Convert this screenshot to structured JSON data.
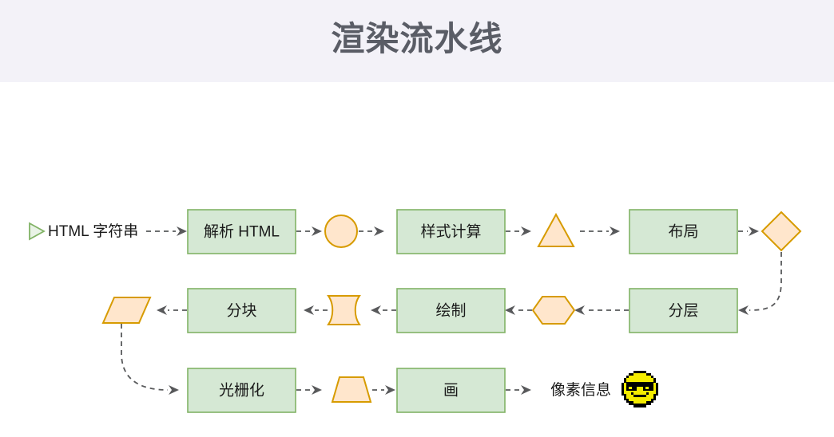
{
  "header": {
    "title": "渲染流水线"
  },
  "theme": {
    "header_bg": "#f3f2f8",
    "title_color": "#5a5d66",
    "canvas_bg": "#ffffff",
    "node_fill": "#d5e8d4",
    "node_stroke": "#82b366",
    "accent_fill": "#ffe6cc",
    "accent_stroke": "#d79b00",
    "edge_color": "#58595b",
    "emoji_yellow": "#f5ec00"
  },
  "diagram": {
    "type": "flowchart",
    "direction": "serpentine-left-to-right-then-right-to-left",
    "start_icon": "play-triangle-icon",
    "end_icon": "sunglasses-face-icon",
    "rows": [
      {
        "id": "row-1",
        "nodes": [
          {
            "id": "n-html-string",
            "shape": "text",
            "label": "HTML  字符串"
          },
          {
            "id": "n-parse-html",
            "shape": "rect",
            "label": "解析 HTML"
          },
          {
            "id": "n-dom-circle",
            "shape": "circle",
            "label": ""
          },
          {
            "id": "n-style-calc",
            "shape": "rect",
            "label": "样式计算"
          },
          {
            "id": "n-style-triangle",
            "shape": "triangle",
            "label": ""
          },
          {
            "id": "n-layout",
            "shape": "rect",
            "label": "布局"
          },
          {
            "id": "n-layout-diamond",
            "shape": "diamond",
            "label": ""
          }
        ]
      },
      {
        "id": "row-2",
        "nodes": [
          {
            "id": "n-tile-parallelogram",
            "shape": "parallelogram",
            "label": ""
          },
          {
            "id": "n-tiling",
            "shape": "rect",
            "label": "分块"
          },
          {
            "id": "n-paint-tape",
            "shape": "tape",
            "label": ""
          },
          {
            "id": "n-painting",
            "shape": "rect",
            "label": "绘制"
          },
          {
            "id": "n-layer-hexagon",
            "shape": "hexagon",
            "label": ""
          },
          {
            "id": "n-layering",
            "shape": "rect",
            "label": "分层"
          }
        ]
      },
      {
        "id": "row-3",
        "nodes": [
          {
            "id": "n-rasterize",
            "shape": "rect",
            "label": "光栅化"
          },
          {
            "id": "n-raster-trapezoid",
            "shape": "trapezoid",
            "label": ""
          },
          {
            "id": "n-draw",
            "shape": "rect",
            "label": "画"
          },
          {
            "id": "n-pixel-info",
            "shape": "text",
            "label": "像素信息"
          },
          {
            "id": "n-emoji",
            "shape": "emoji",
            "label": "😎"
          }
        ]
      }
    ],
    "edge_style": "dashed-arrow"
  }
}
